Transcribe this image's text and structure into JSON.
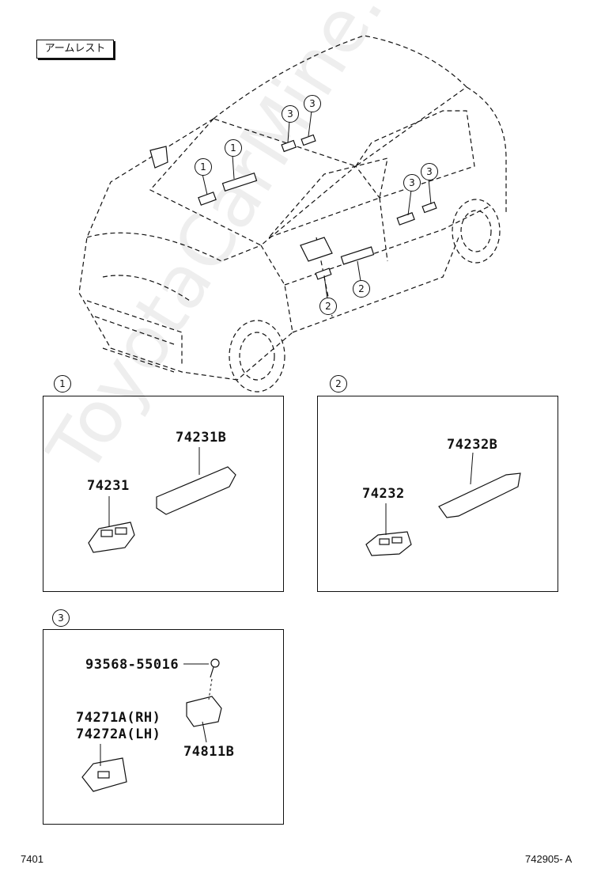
{
  "header": {
    "title": "アームレスト"
  },
  "watermark": "ToyotaCarMine.ru",
  "callouts": {
    "c1": "1",
    "c2": "2",
    "c3": "3"
  },
  "groups": [
    {
      "marker": "1",
      "parts": [
        "74231",
        "74231B"
      ]
    },
    {
      "marker": "2",
      "parts": [
        "74232",
        "74232B"
      ]
    },
    {
      "marker": "3",
      "parts": [
        "93568-55016",
        "74271A(RH)",
        "74272A(LH)",
        "74811B"
      ]
    }
  ],
  "footer": {
    "left": "7401",
    "right": "742905- A"
  }
}
